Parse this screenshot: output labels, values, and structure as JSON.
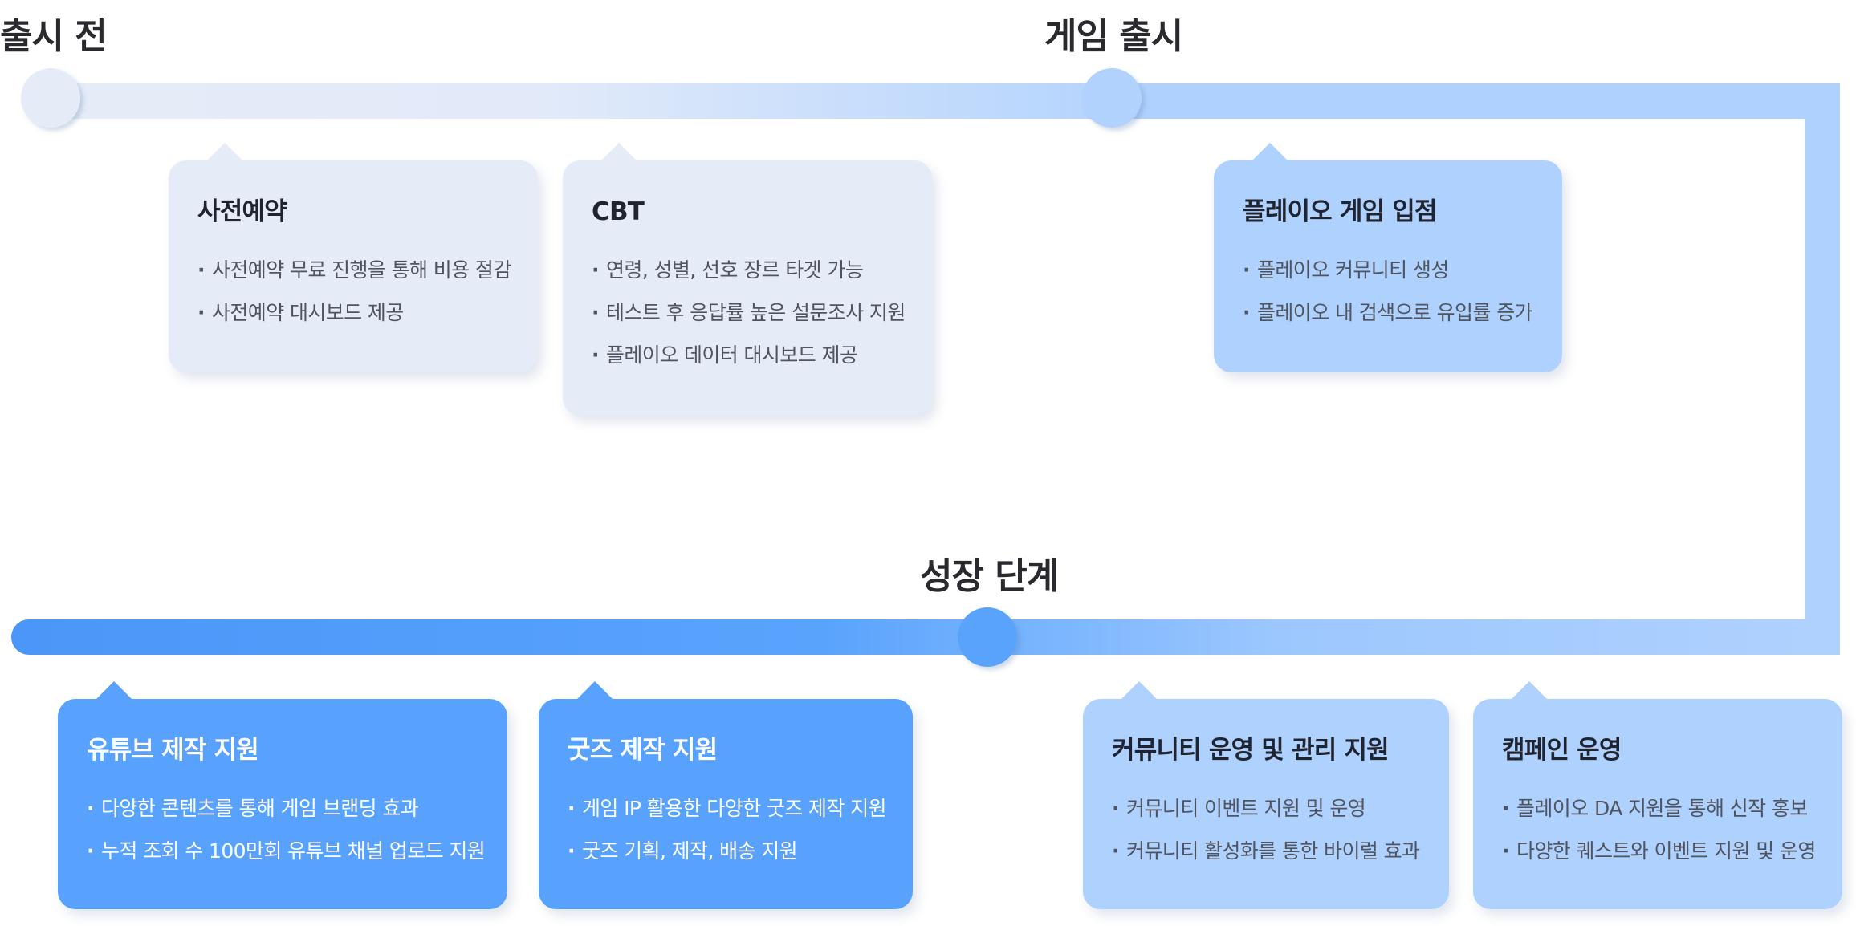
{
  "stages": [
    {
      "title": "출시 전",
      "cards": [
        {
          "title": "사전예약",
          "items": [
            "사전예약 무료 진행을 통해 비용 절감",
            "사전예약 대시보드 제공"
          ]
        },
        {
          "title": "CBT",
          "items": [
            "연령, 성별, 선호 장르 타겟 가능",
            "테스트 후 응답률 높은 설문조사 지원",
            "플레이오 데이터 대시보드 제공"
          ]
        }
      ]
    },
    {
      "title": "게임 출시",
      "cards": [
        {
          "title": "플레이오 게임 입점",
          "items": [
            "플레이오 커뮤니티 생성",
            "플레이오 내 검색으로 유입률 증가"
          ]
        }
      ]
    },
    {
      "title": "성장 단계",
      "cards": [
        {
          "title": "유튜브 제작 지원",
          "items": [
            "다양한 콘텐츠를 통해 게임 브랜딩 효과",
            "누적 조회 수 100만회 유튜브 채널 업로드 지원"
          ]
        },
        {
          "title": "굿즈 제작 지원",
          "items": [
            "게임 IP 활용한 다양한 굿즈 제작 지원",
            "굿즈 기획, 제작, 배송 지원"
          ]
        },
        {
          "title": "커뮤니티 운영 및 관리 지원",
          "items": [
            "커뮤니티 이벤트 지원 및 운영",
            "커뮤니티 활성화를 통한 바이럴 효과"
          ]
        },
        {
          "title": "캠페인 운영",
          "items": [
            "플레이오 DA 지원을 통해 신작 홍보",
            "다양한 퀘스트와 이벤트 지원 및 운영"
          ]
        }
      ]
    }
  ],
  "colors": {
    "pale": "#e5ecf8",
    "light": "#afd1fe",
    "strong": "#58a1fc",
    "heading": "#2a2a2e"
  }
}
